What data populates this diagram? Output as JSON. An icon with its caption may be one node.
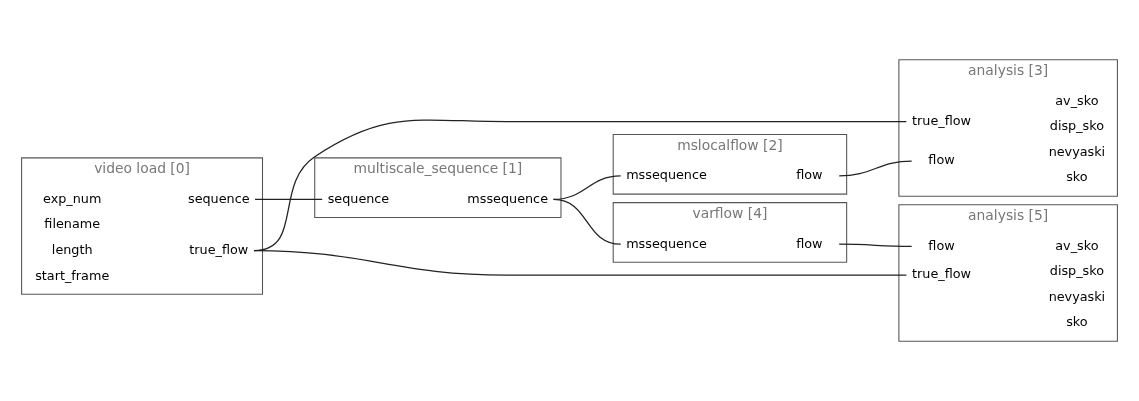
{
  "diagram": {
    "nodes": [
      {
        "text": [
          "video load [0]"
        ]
      },
      {
        "text": [
          "exp_num"
        ],
        "in": 0
      },
      {
        "text": [
          "filename"
        ],
        "in": 0
      },
      {
        "text": [
          "length"
        ],
        "in": 0
      },
      {
        "text": [
          "start_frame"
        ],
        "in": 0
      },
      {
        "text": [
          "sequence"
        ],
        "in": 0
      },
      {
        "text": [
          "true_flow"
        ],
        "in": 0
      },
      {
        "text": [
          "mslocalflow [2]"
        ]
      },
      {
        "text": [
          "mssequence"
        ],
        "in": 7
      },
      {
        "text": [
          "flow"
        ],
        "in": 7
      },
      {
        "text": [
          "analysis [3]"
        ]
      },
      {
        "text": [
          "flow"
        ],
        "in": 10
      },
      {
        "text": [
          "true_flow"
        ],
        "in": 10
      },
      {
        "text": [
          "av_sko"
        ],
        "in": 10
      },
      {
        "text": [
          "disp_sko"
        ],
        "in": 10
      },
      {
        "text": [
          "nevyaski"
        ],
        "in": 10
      },
      {
        "text": [
          "sko"
        ],
        "in": 10
      },
      {
        "text": [
          "multiscale_sequence [1]"
        ]
      },
      {
        "text": [
          "sequence"
        ],
        "in": 17
      },
      {
        "text": [
          "mssequence"
        ],
        "in": 17
      },
      {
        "text": [
          "varflow [4]"
        ]
      },
      {
        "text": [
          "mssequence"
        ],
        "in": 20
      },
      {
        "text": [
          "flow"
        ],
        "in": 20
      },
      {
        "text": [
          "analysis [5]"
        ]
      },
      {
        "text": [
          "flow"
        ],
        "in": 23
      },
      {
        "text": [
          "true_flow"
        ],
        "in": 23
      },
      {
        "text": [
          "av_sko"
        ],
        "in": 23
      },
      {
        "text": [
          "disp_sko"
        ],
        "in": 23
      },
      {
        "text": [
          "nevyaski"
        ],
        "in": 23
      },
      {
        "text": [
          "sko"
        ],
        "in": 23
      }
    ],
    "edges": [
      {
        "from": 5,
        "to": 18,
        "arrow": "none"
      },
      {
        "from": 6,
        "to": 12,
        "arrow": "none"
      },
      {
        "from": 6,
        "to": 25,
        "arrow": "none"
      },
      {
        "from": 19,
        "to": 8,
        "arrow": "none"
      },
      {
        "from": 19,
        "to": 21,
        "arrow": "none"
      },
      {
        "from": 9,
        "to": 11,
        "arrow": "none"
      },
      {
        "from": 22,
        "to": 24,
        "arrow": "none"
      }
    ]
  }
}
